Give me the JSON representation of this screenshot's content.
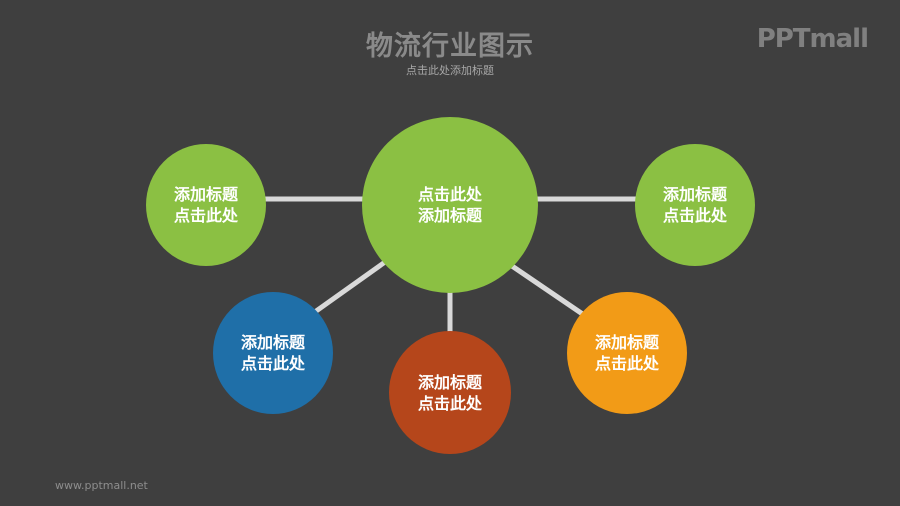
{
  "header": {
    "title": "物流行业图示",
    "subtitle": "点击此处添加标题"
  },
  "logo": "PPTmall",
  "footer": {
    "url": "www.pptmall.net"
  },
  "colors": {
    "background": "#3f3f3f",
    "connector": "#d9d9d9",
    "green": "#8bc043",
    "blue": "#1f6fa8",
    "brown": "#b5461b",
    "orange": "#f29b17"
  },
  "diagram": {
    "center": {
      "line1": "点击此处",
      "line2": "添加标题",
      "color": "green"
    },
    "nodes": [
      {
        "line1": "添加标题",
        "line2": "点击此处",
        "color": "green"
      },
      {
        "line1": "添加标题",
        "line2": "点击此处",
        "color": "green"
      },
      {
        "line1": "添加标题",
        "line2": "点击此处",
        "color": "blue"
      },
      {
        "line1": "添加标题",
        "line2": "点击此处",
        "color": "brown"
      },
      {
        "line1": "添加标题",
        "line2": "点击此处",
        "color": "orange"
      }
    ]
  }
}
